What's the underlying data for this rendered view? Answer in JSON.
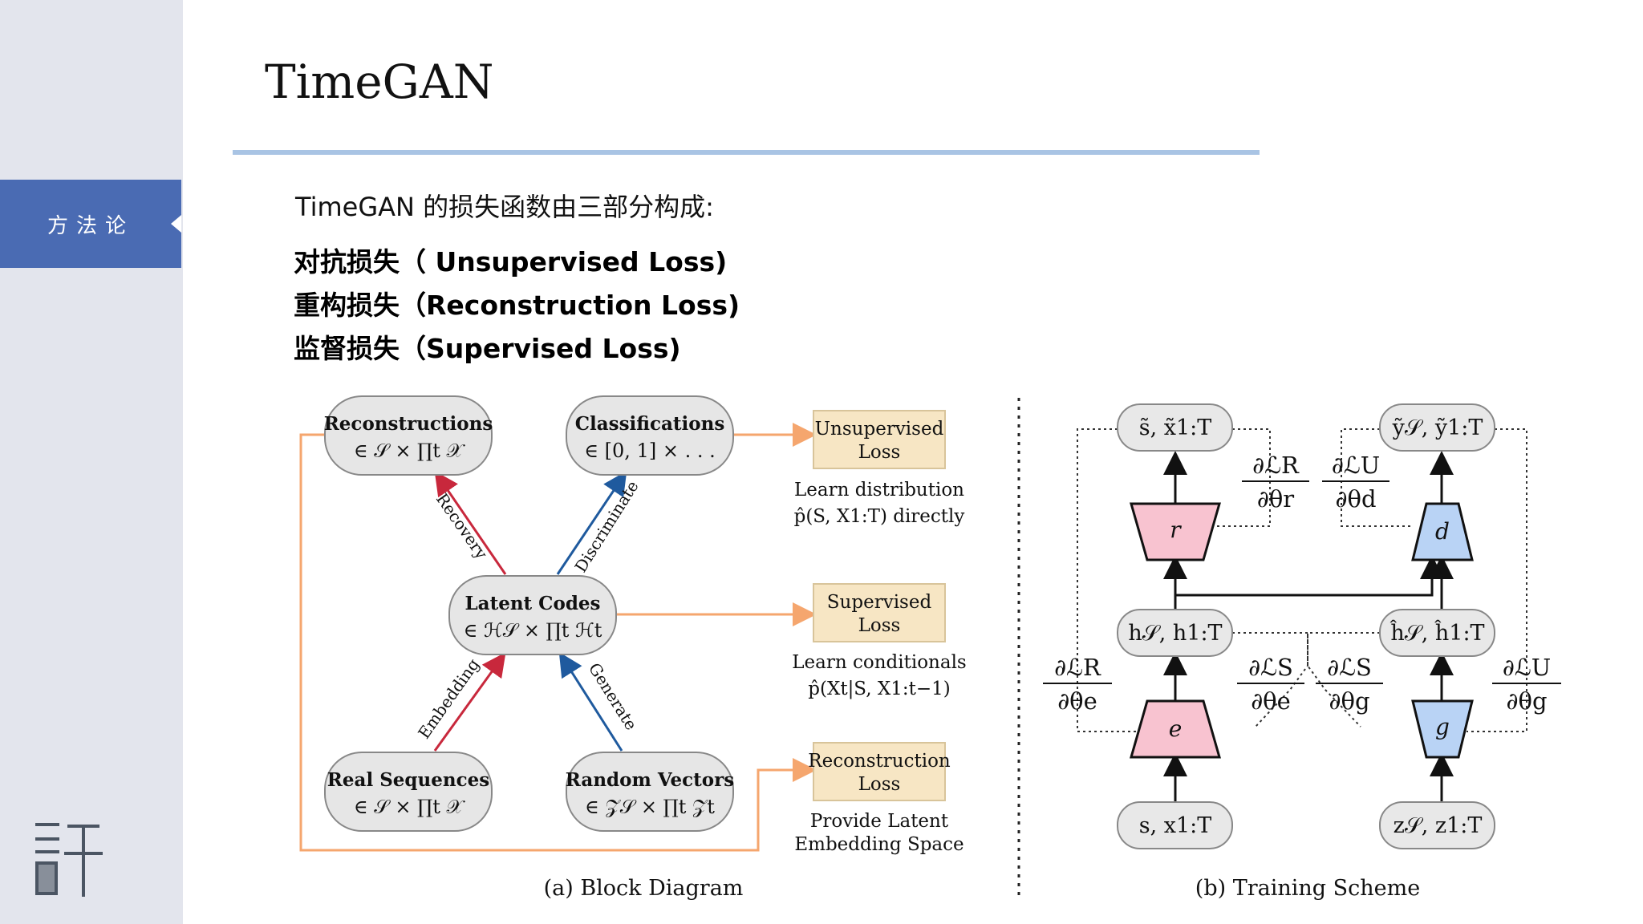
{
  "page": {
    "title": "TimeGAN",
    "intro": "TimeGAN 的损失函数由三部分构成:",
    "losses": [
      "对抗损失（ Unsupervised Loss)",
      "重构损失（Reconstruction Loss)",
      "监督损失（Supervised Loss)"
    ]
  },
  "sidebar": {
    "nav_label": "方法论",
    "logo": "許"
  },
  "colors": {
    "sidebar": "#e3e5ed",
    "nav": "#4a6bb3",
    "rule": "#a9c4e4",
    "red": "#c8283c",
    "blue": "#1f5a9e",
    "orange": "#f5a66e",
    "loss_box": "#f7e6c4",
    "pink": "#f8c3d0",
    "lightblue": "#b9d3f5"
  },
  "block_diagram": {
    "reconstructions": {
      "title": "Reconstructions",
      "formula": "∈ 𝒮 × ∏t 𝒳"
    },
    "classifications": {
      "title": "Classifications",
      "formula": "∈ [0, 1] × . . ."
    },
    "latent": {
      "title": "Latent Codes",
      "formula": "∈ ℋ𝒮 × ∏t ℋt"
    },
    "real": {
      "title": "Real Sequences",
      "formula": "∈ 𝒮 × ∏t 𝒳"
    },
    "random": {
      "title": "Random Vectors",
      "formula": "∈ 𝒵𝒮 × ∏t 𝒵t"
    },
    "arrows": {
      "recovery": "Recovery",
      "discriminate": "Discriminate",
      "embedding": "Embedding",
      "generate": "Generate"
    },
    "loss_boxes": [
      {
        "line1": "Unsupervised",
        "line2": "Loss",
        "note1": "Learn distribution",
        "note2": "p̂(S, X1:T) directly"
      },
      {
        "line1": "Supervised",
        "line2": "Loss",
        "note1": "Learn conditionals",
        "note2": "p̂(Xt|S, X1:t−1)"
      },
      {
        "line1": "Reconstruction",
        "line2": "Loss",
        "note1": "Provide Latent",
        "note2": "Embedding Space"
      }
    ],
    "caption": "(a) Block Diagram"
  },
  "training_scheme": {
    "nodes": {
      "recon_out": "s̃, x̃1:T",
      "disc_out": "ỹ𝒮, ỹ1:T",
      "h_real": "h𝒮, h1:T",
      "h_fake": "ĥ𝒮, ĥ1:T",
      "input_real": "s, x1:T",
      "input_noise": "z𝒮, z1:T"
    },
    "blocks": {
      "recovery": "r",
      "discriminator": "d",
      "embedder": "e",
      "generator": "g"
    },
    "gradients": {
      "dLR_dtheta_r": {
        "num": "∂ℒR",
        "den": "∂θr"
      },
      "dLU_dtheta_d": {
        "num": "∂ℒU",
        "den": "∂θd"
      },
      "dLR_dtheta_e": {
        "num": "∂ℒR",
        "den": "∂θe"
      },
      "dLS_dtheta_e": {
        "num": "∂ℒS",
        "den": "∂θe"
      },
      "dLS_dtheta_g": {
        "num": "∂ℒS",
        "den": "∂θg"
      },
      "dLU_dtheta_g": {
        "num": "∂ℒU",
        "den": "∂θg"
      }
    },
    "caption": "(b) Training Scheme"
  }
}
